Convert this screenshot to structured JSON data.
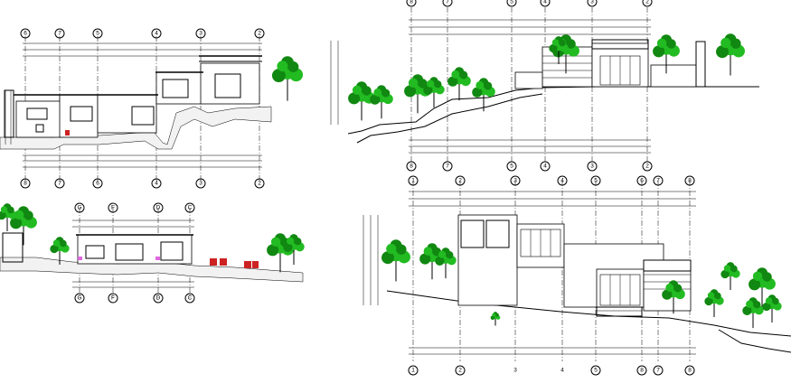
{
  "drawing": {
    "views": [
      {
        "id": "section-a",
        "grid_top": [
          "6",
          "7",
          "5",
          "4",
          "3",
          "2"
        ],
        "grid_bottom": [
          "8",
          "7",
          "6",
          "4",
          "3",
          "2"
        ]
      },
      {
        "id": "elevation-north",
        "grid_top": [
          "8",
          "7",
          "5",
          "4",
          "3",
          "2"
        ],
        "grid_bottom": [
          "8",
          "7",
          "5",
          "4",
          "3",
          "2"
        ]
      },
      {
        "id": "section-b",
        "grid_top": [
          "G",
          "F",
          "D",
          "C"
        ],
        "grid_bottom": [
          "G",
          "F",
          "D",
          "C"
        ]
      },
      {
        "id": "elevation-south",
        "grid_top": [
          "1",
          "2",
          "3",
          "4",
          "5",
          "6",
          "7",
          "8"
        ],
        "grid_bottom": [
          "1",
          "2",
          "3",
          "4",
          "5",
          "8",
          "7",
          "8"
        ]
      }
    ]
  },
  "colors": {
    "tree": "#22bb22",
    "tree_dark": "#118811",
    "linework": "#000000",
    "accent_pink": "#e066e0",
    "accent_red": "#cc2222"
  }
}
